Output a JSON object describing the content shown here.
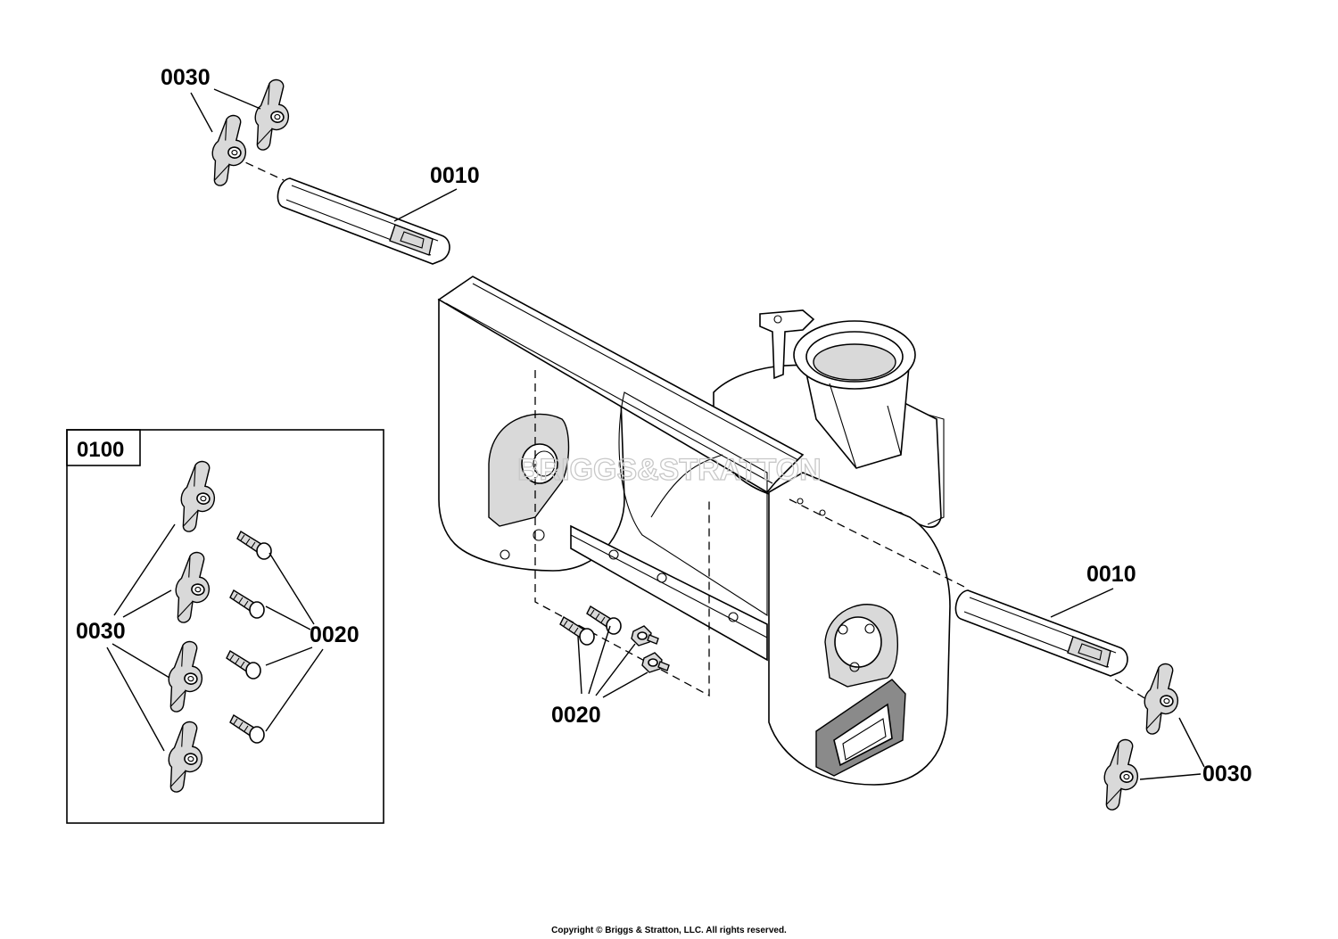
{
  "kit_label": "0100",
  "callouts": {
    "shave_plate_top": "0010",
    "shave_plate_right": "0010",
    "nut_top": "0030",
    "nut_right": "0030",
    "nut_kit": "0030",
    "bolt_housing": "0020",
    "bolt_kit": "0020"
  },
  "watermark": "BRIGGS&STRATTON",
  "copyright": "Copyright © Briggs & Stratton, LLC. All rights reserved."
}
